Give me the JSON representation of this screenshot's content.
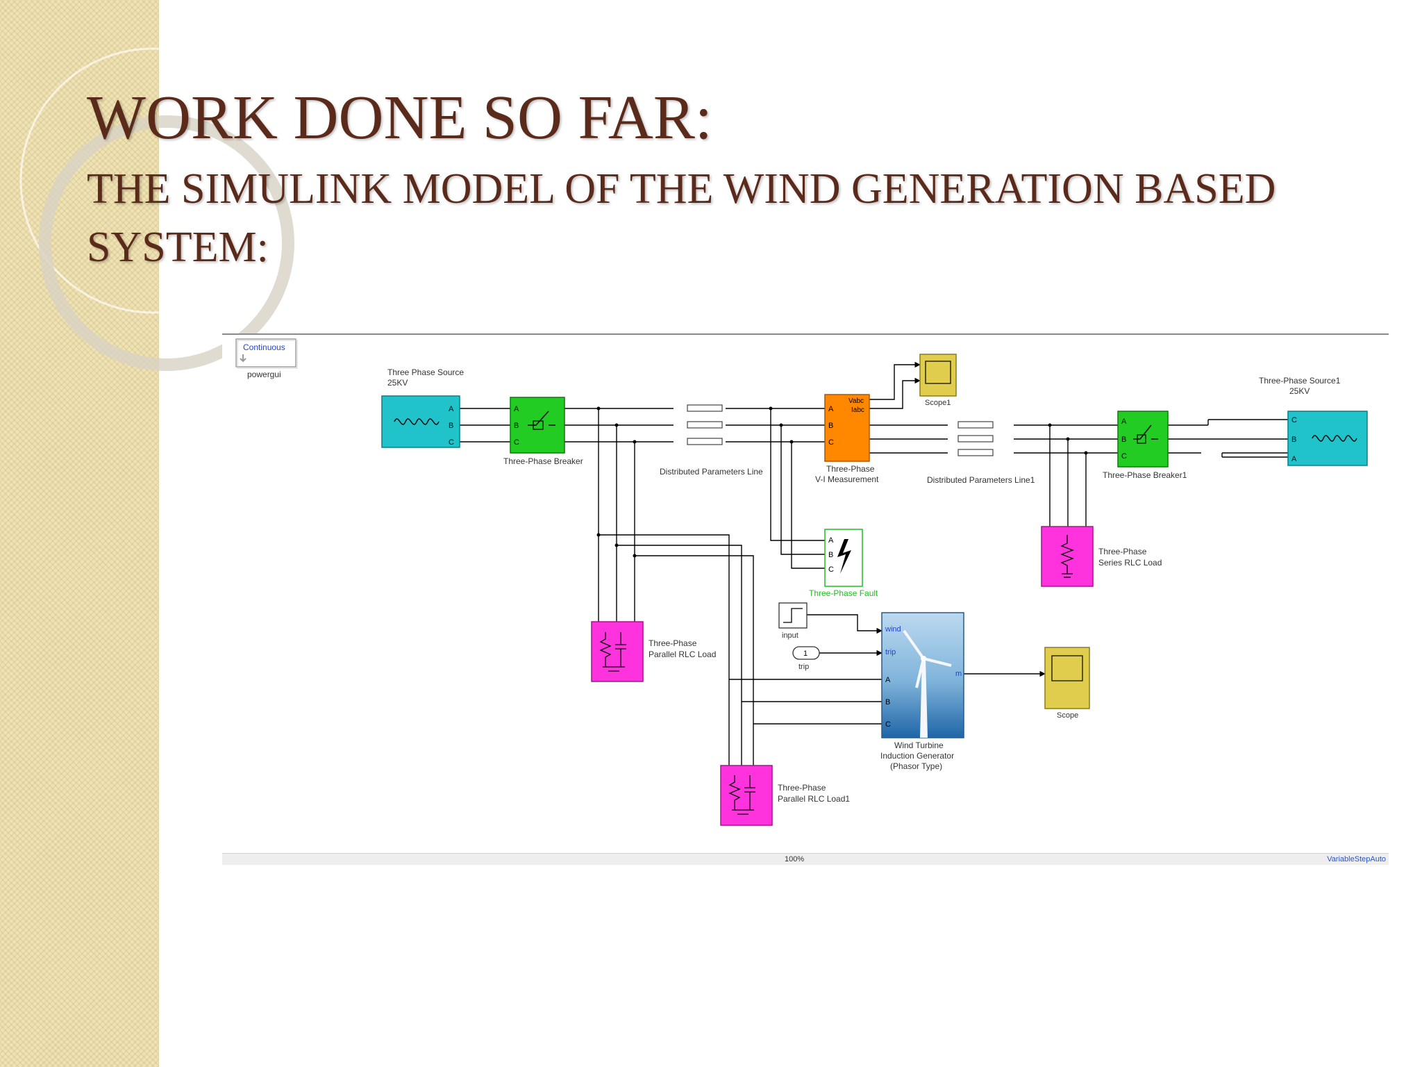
{
  "slide": {
    "title": "WORK DONE SO FAR:",
    "subtitle": "THE SIMULINK MODEL OF THE WIND GENERATION BASED SYSTEM:"
  },
  "model": {
    "powergui": {
      "label": "Continuous",
      "name": "powergui"
    },
    "source_left": {
      "line1": "Three Phase Source",
      "line2": "25KV"
    },
    "breaker_left": {
      "name": "Three-Phase Breaker"
    },
    "line_left": {
      "name": "Distributed Parameters Line"
    },
    "measurement": {
      "line1": "Three-Phase",
      "line2": "V-I Measurement",
      "port_vabc": "Vabc",
      "port_iabc": "Iabc"
    },
    "scope1": {
      "name": "Scope1"
    },
    "line_right": {
      "name": "Distributed Parameters Line1"
    },
    "breaker_right": {
      "name": "Three-Phase Breaker1"
    },
    "source_right": {
      "line1": "Three-Phase Source1",
      "line2": "25KV"
    },
    "fault": {
      "name": "Three-Phase Fault"
    },
    "series_load": {
      "line1": "Three-Phase",
      "line2": "Series RLC Load"
    },
    "parallel_load": {
      "line1": "Three-Phase",
      "line2": "Parallel RLC Load"
    },
    "parallel_load1": {
      "line1": "Three-Phase",
      "line2": "Parallel RLC Load1"
    },
    "input": {
      "name": "input"
    },
    "trip": {
      "value": "1",
      "name": "trip"
    },
    "turbine": {
      "line1": "Wind Turbine",
      "line2": "Induction Generator",
      "line3": "(Phasor Type)",
      "port_wind": "wind",
      "port_trip": "trip",
      "port_m": "m"
    },
    "scope": {
      "name": "Scope"
    },
    "ports": {
      "a": "A",
      "b": "B",
      "c": "C"
    },
    "statusbar": {
      "zoom": "100%",
      "solver": "VariableStepAuto"
    }
  },
  "colors": {
    "title": "#5a2a1b",
    "source_block": "#1fc3c9",
    "breaker_block": "#22cc22",
    "measurement_block": "#ff8800",
    "load_block": "#ff33dd",
    "scope_block": "#e0cd4e",
    "fault_text": "#22bb22",
    "port_label": "#2244cc"
  }
}
